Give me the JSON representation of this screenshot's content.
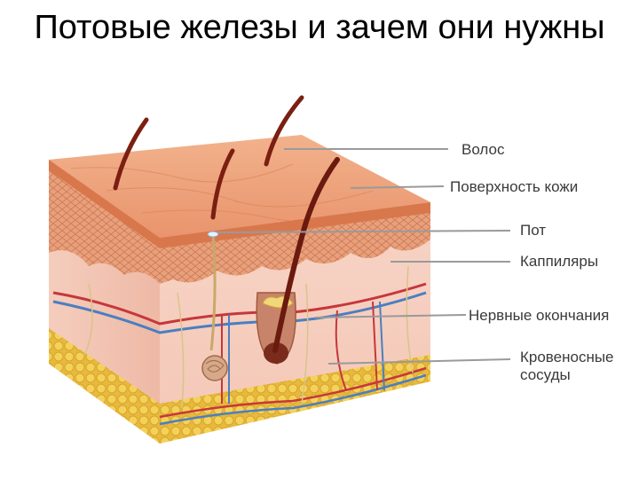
{
  "slide": {
    "title": "Потовые железы и зачем они нужны"
  },
  "diagram": {
    "labels": {
      "hair": "Волос",
      "skin_surface": "Поверхность кожи",
      "sweat": "Пот",
      "capillaries": "Каппиляры",
      "nerve_endings": "Нервные окончания",
      "blood_vessels": "Кровеносные сосуды"
    }
  }
}
